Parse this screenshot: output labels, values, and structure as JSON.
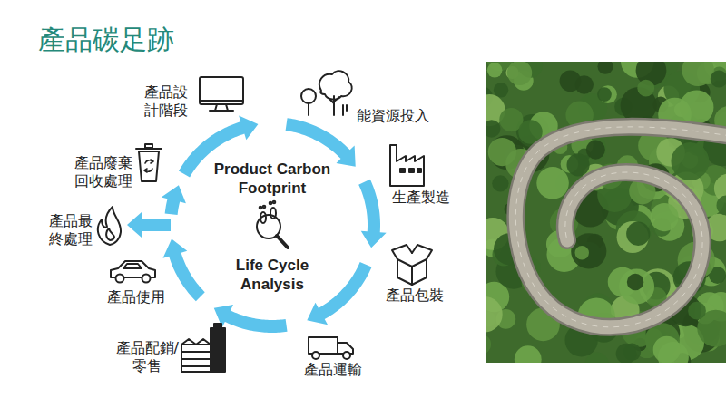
{
  "diagram": {
    "title": "產品碳足跡",
    "labels": [
      "產品設 計階段",
      "能資源投入",
      "生產製造",
      "產品包裝",
      "產品運輸",
      "產品配銷/ 零售",
      "產品使用",
      "產品最 終處理",
      "產品廢棄 回收處理",
      "Product Carbon Footprint",
      "Life Cycle Analysis"
    ]
  }
}
